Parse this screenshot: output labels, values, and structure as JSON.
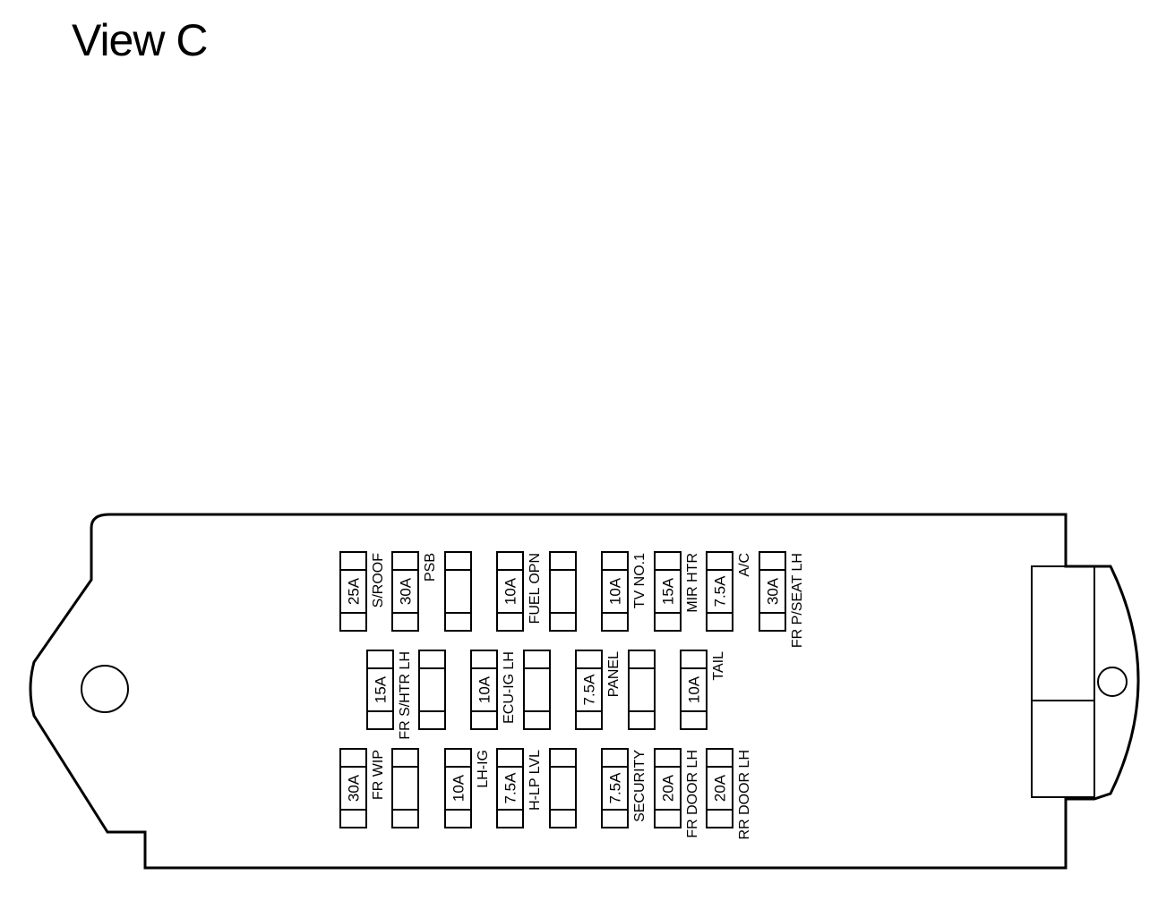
{
  "title": "View C",
  "colors": {
    "stroke": "#000000",
    "background": "#ffffff"
  },
  "rows": [
    {
      "name": "top",
      "fuses": [
        {
          "amp": "25A",
          "label": "S/ROOF"
        },
        {
          "amp": "30A",
          "label": "PSB"
        },
        {
          "amp": "",
          "label": ""
        },
        {
          "amp": "10A",
          "label": "FUEL OPN"
        },
        {
          "amp": "",
          "label": ""
        },
        {
          "amp": "10A",
          "label": "TV NO.1"
        },
        {
          "amp": "15A",
          "label": "MIR HTR"
        },
        {
          "amp": "7.5A",
          "label": "A/C"
        },
        {
          "amp": "30A",
          "label": "FR P/SEAT LH"
        }
      ]
    },
    {
      "name": "middle",
      "fuses": [
        {
          "amp": "15A",
          "label": "FR S/HTR LH"
        },
        {
          "amp": "",
          "label": ""
        },
        {
          "amp": "10A",
          "label": "ECU-IG LH"
        },
        {
          "amp": "",
          "label": ""
        },
        {
          "amp": "7.5A",
          "label": "PANEL"
        },
        {
          "amp": "",
          "label": ""
        },
        {
          "amp": "10A",
          "label": "TAIL"
        }
      ]
    },
    {
      "name": "bottom",
      "fuses": [
        {
          "amp": "30A",
          "label": "FR WIP"
        },
        {
          "amp": "",
          "label": ""
        },
        {
          "amp": "10A",
          "label": "LH-IG"
        },
        {
          "amp": "7.5A",
          "label": "H-LP LVL"
        },
        {
          "amp": "",
          "label": ""
        },
        {
          "amp": "7.5A",
          "label": "SECURITY"
        },
        {
          "amp": "20A",
          "label": "FR DOOR LH"
        },
        {
          "amp": "20A",
          "label": "RR DOOR LH"
        }
      ]
    }
  ]
}
